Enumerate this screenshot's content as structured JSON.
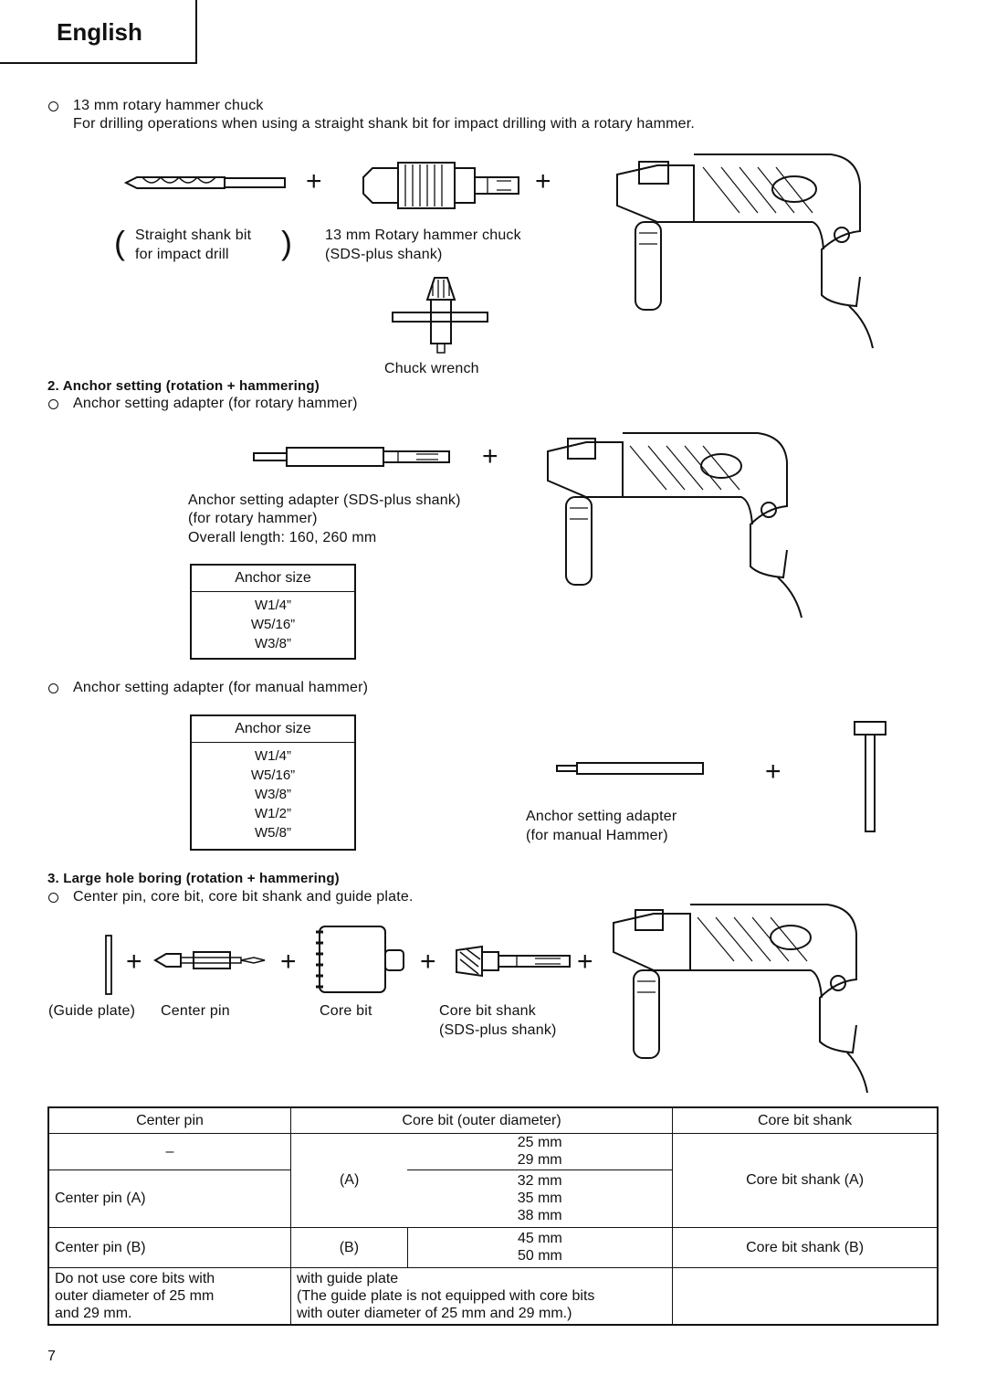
{
  "header": {
    "language_tab": "English"
  },
  "section1": {
    "bullet_title": "13 mm rotary hammer chuck",
    "description": "For drilling operations when using a straight shank bit for impact drilling with a rotary hammer.",
    "bit_label_line1": "Straight shank bit",
    "bit_label_line2": "for impact drill",
    "chuck_label_line1": "13 mm Rotary hammer chuck",
    "chuck_label_line2": "(SDS-plus shank)",
    "wrench_label": "Chuck wrench"
  },
  "section2": {
    "heading": "2.  Anchor setting (rotation + hammering)",
    "bullet_rotary": "Anchor setting adapter (for rotary hammer)",
    "adapter_label_line1": "Anchor setting adapter (SDS-plus shank)",
    "adapter_label_line2": "(for rotary hammer)",
    "adapter_label_line3": "Overall length: 160, 260 mm",
    "rotary_table": {
      "header": "Anchor size",
      "rows": [
        "W1/4”",
        "W5/16”",
        "W3/8”"
      ]
    },
    "bullet_manual": "Anchor setting adapter (for manual hammer)",
    "manual_table": {
      "header": "Anchor size",
      "rows": [
        "W1/4”",
        "W5/16”",
        "W3/8”",
        "W1/2”",
        "W5/8”"
      ]
    },
    "manual_adapter_label_line1": "Anchor setting adapter",
    "manual_adapter_label_line2": "(for manual Hammer)"
  },
  "section3": {
    "heading": "3.  Large hole boring (rotation + hammering)",
    "bullet": "Center pin, core bit, core bit shank and guide plate.",
    "label_guide_plate": "(Guide plate)",
    "label_center_pin": "Center pin",
    "label_core_bit": "Core bit",
    "label_core_bit_shank_line1": "Core bit shank",
    "label_core_bit_shank_line2": "(SDS-plus shank)"
  },
  "core_table": {
    "headers": [
      "Center pin",
      "Core bit (outer diameter)",
      "Core bit shank"
    ],
    "dash": "–",
    "center_pin_a": "Center pin (A)",
    "center_pin_b": "Center pin (B)",
    "group_a": "(A)",
    "group_b": "(B)",
    "sizes_a1": [
      "25 mm",
      "29 mm"
    ],
    "sizes_a2": [
      "32 mm",
      "35 mm",
      "38 mm"
    ],
    "sizes_b": [
      "45 mm",
      "50 mm"
    ],
    "shank_a": "Core bit shank (A)",
    "shank_b": "Core bit shank (B)",
    "note_left": [
      "Do not use core bits with",
      "outer diameter of 25 mm",
      "and 29 mm."
    ],
    "note_mid": [
      "with guide plate",
      "(The guide plate is not equipped with core bits",
      "with outer diameter of 25 mm and 29 mm.)"
    ]
  },
  "footer": {
    "page_number": "7"
  }
}
